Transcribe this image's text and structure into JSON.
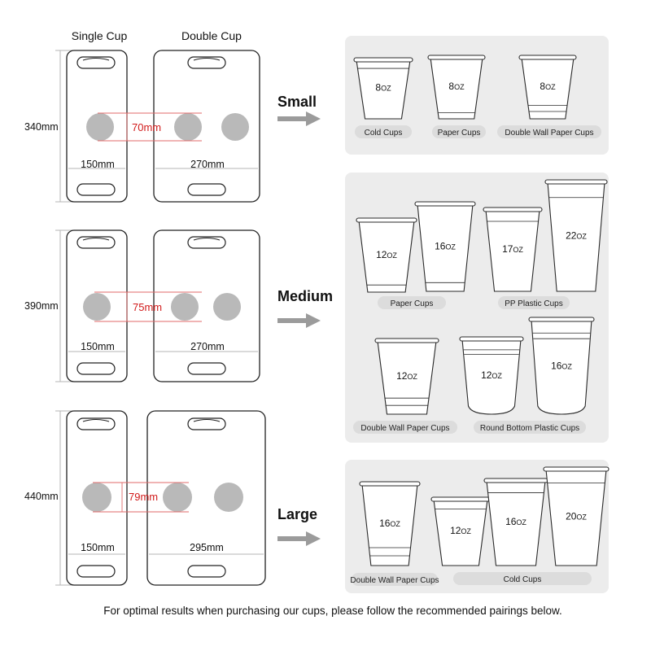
{
  "headers": {
    "single": "Single Cup",
    "double": "Double Cup"
  },
  "unit_oz": "OZ",
  "footer": "For optimal results when purchasing our cups, please follow the recommended pairings below.",
  "rows": [
    {
      "height": "340mm",
      "spacing": "70mm",
      "single_width": "150mm",
      "double_width": "270mm",
      "size": "Small",
      "cups": [
        {
          "oz": "8",
          "type": "cold"
        },
        {
          "oz": "8",
          "type": "paper"
        },
        {
          "oz": "8",
          "type": "dwall"
        }
      ],
      "labels": [
        "Cold Cups",
        "Paper Cups",
        "Double Wall Paper Cups"
      ]
    },
    {
      "height": "390mm",
      "spacing": "75mm",
      "single_width": "150mm",
      "double_width": "270mm",
      "size": "Medium",
      "cups_top": [
        {
          "oz": "12",
          "type": "paper"
        },
        {
          "oz": "16",
          "type": "paper"
        },
        {
          "oz": "17",
          "type": "pp"
        },
        {
          "oz": "22",
          "type": "pp"
        }
      ],
      "labels_top": [
        "Paper Cups",
        "PP Plastic Cups"
      ],
      "cups_bottom": [
        {
          "oz": "12",
          "type": "dwall"
        },
        {
          "oz": "12",
          "type": "round"
        },
        {
          "oz": "16",
          "type": "round"
        }
      ],
      "labels_bottom": [
        "Double Wall Paper Cups",
        "Round Bottom Plastic Cups"
      ]
    },
    {
      "height": "440mm",
      "spacing": "79mm",
      "single_width": "150mm",
      "double_width": "295mm",
      "size": "Large",
      "cups": [
        {
          "oz": "16",
          "type": "dwall"
        },
        {
          "oz": "12",
          "type": "cold"
        },
        {
          "oz": "16",
          "type": "cold"
        },
        {
          "oz": "20",
          "type": "cold"
        }
      ],
      "labels": [
        "Double Wall Paper Cups",
        "Cold Cups"
      ]
    }
  ]
}
